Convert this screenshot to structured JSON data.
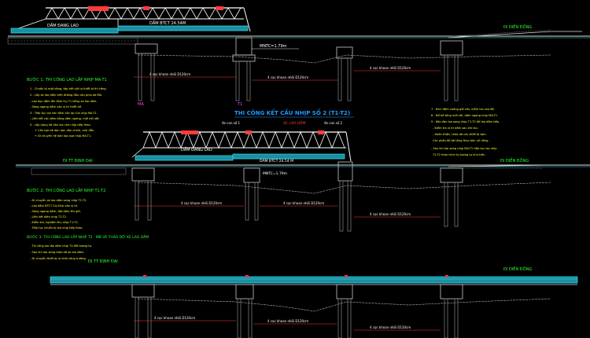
{
  "colors": {
    "background": "#000000",
    "truss": "#ffffff",
    "girder": "#37e0ee",
    "girder_dark": "#1a8fa3",
    "pier": "#c8c8c8",
    "pile": "#8a8a8a",
    "dim_red": "#ff3b3b",
    "note_yellow": "#ffff3c",
    "label_green": "#2dff2d",
    "label_white": "#ffffff",
    "title_cyan": "#1e9bff",
    "ground": "#b0b0b0",
    "magenta": "#ff40ff"
  },
  "panel1": {
    "girder_a": "DẦM ĐANG LAO",
    "girder_b": "DẦM BTCT 24.54M",
    "water_level": "MNTC=1.79m",
    "end_label": "ĐI ĐIỀN ĐỒNG",
    "piles_label": "4 cọc khoan nhồi D120cm",
    "pier_left": "MA",
    "pier_right": "T1",
    "step_title": "BƯỚC 1: THI CÔNG LAO LẮP NHỊP MA-T1",
    "steps_left": [
      "1 - Chuẩn bị mặt bằng, tập kết vật tư thiết bị thi công.",
      "2 - Lắp xe lao dầm trên đường đầu cầu phía bờ MA.",
      "- Lao dọc dầm lên đỉnh trụ T1 bằng xe lao dầm.",
      "- Sàng ngang dầm vào vị trí thiết kế.",
      "3 - Tiếp tục lao các dầm còn lại của nhịp MA-T1.",
      "- Liên kết các dầm bằng dầm ngang, mối nối ướt.",
      "4 - Lắp dựng hệ dàn lao cho nhịp tiếp theo.",
      "+ Cấu tạo hệ dàn lao: dàn chính, mũi dẫn.",
      "+ Di chuyển hệ dàn lao qua nhịp MA-T1."
    ],
    "steps_right": [
      "7 - Kích dầm xuống gối cầu, kiểm tra cao độ.",
      "8 - Đổ bê tông mối nối, dầm ngang nhịp MA-T1.",
      "9 - Kéo dàn lao sang nhịp T1-T2 để lao dầm tiếp.",
      "- Kiểm tra vị trí dầm sau khi lao.",
      "- Hoàn thiện, tháo dỡ các thiết bị tạm.",
      "Các phần đổ bê tông theo bản vẽ riêng.",
      "- Sau khi lao xong nhịp MA-T1 tiếp tục lao nhịp",
      "T1-T2 theo trình tự tương tự như trên."
    ]
  },
  "panel2": {
    "title": "THI CÔNG KẾT CẤU NHỊP SỐ 2 (T1-T2)",
    "tag_left": "Xe con số 1",
    "tag_mid": "XE LAO DẦM",
    "tag_right": "Xe con số 2",
    "girder_a": "DẦM ĐANG LAO",
    "girder_b": "DẦM BTCT 24.54 M",
    "water_level": "MNTC=1.79m",
    "end_left": "ĐI TT ĐỊNH ĐẠI",
    "end_right": "ĐI ĐIỀN ĐỒNG",
    "piles_label": "4 cọc khoan nhồi D120cm",
    "step_title": "BƯỚC 2: THI CÔNG LAO LẮP NHỊP T1-T2",
    "steps": [
      "- Di chuyển xe lao dầm sang nhịp T1-T2.",
      "- Lao dầm BTCT 24.54m vào vị trí.",
      "- Sàng ngang dầm, đặt dầm lên gối.",
      "- Liên kết dầm nhịp T1-T2.",
      "- Kiểm tra, nghiệm thu nhịp T1-T2.",
      "- Tiếp tục chuẩn bị lao nhịp tiếp theo."
    ],
    "step3_title": "BƯỚC 3: THI CÔNG LAO LẮP NHỊP T2 - MB VÀ THÁO DỠ XE LAO DẦM",
    "step3": [
      "- Thi công lao lắp dầm nhịp T2-MB tương tự.",
      "- Sau khi lao xong tháo dỡ xe lao dầm.",
      "- Di chuyển thiết bị ra khỏi công trường."
    ]
  },
  "panel3": {
    "end_left": "ĐI TT ĐỊNH ĐẠI",
    "end_right": "ĐI ĐIỀN ĐỒNG",
    "piles_label": "4 cọc khoan nhồi D120cm"
  }
}
